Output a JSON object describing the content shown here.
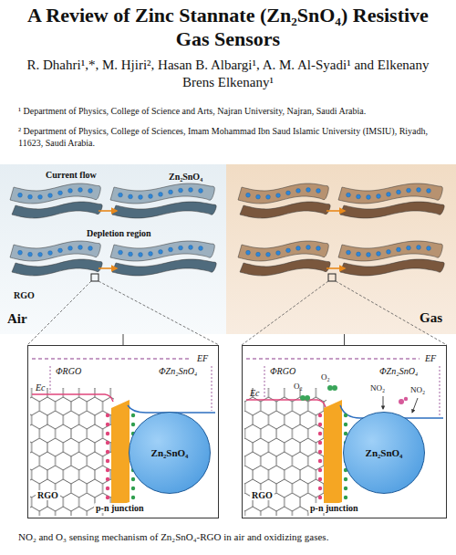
{
  "diagram": {
    "title": "A Review of Zinc Stannate (Zn₂SnO₄) Resistive Gas Sensors",
    "caption": "NO₂ and O₃ sensing mechanism of Zn₂SnO₄-RGO in air and oxidizing gases.",
    "nodes": [
      {
        "text": [
          "Current flow",
          "Zn₂SnO₄",
          "Depletion region",
          "RGO",
          "Air"
        ]
      },
      {
        "text": [
          "Gas"
        ]
      },
      {
        "text": [
          "EF",
          "ΦRGO",
          "ΦZn₂SnO₄",
          "Ec",
          "RGO",
          "p-n junction"
        ]
      },
      {
        "text": [
          "Zn₂SnO₄"
        ],
        "in": 2
      },
      {
        "text": [
          "EF",
          "ΦRGO",
          "ΦZn₂SnO₄",
          "Ec",
          "O₂",
          "O₂",
          "NO₂",
          "NO₂",
          "RGO",
          "p-n junction"
        ]
      },
      {
        "text": [
          "Zn₂SnO₄"
        ],
        "in": 4
      }
    ],
    "edges": [
      {
        "from": 0,
        "to": 2,
        "arrow": "none"
      },
      {
        "from": 1,
        "to": 4,
        "arrow": "none"
      }
    ],
    "labels": [
      "R. Dhahri¹,*, M. Hjiri², Hasan B. Albargi¹, A. M. Al-Syadi¹ and Elkenany Brens Elkenany¹",
      "¹ Department of Physics, College of Science and Arts, Najran University, Najran, Saudi Arabia.",
      "² Department of Physics, College of Sciences, Imam Mohammad Ibn Saud Islamic University (IMSIU), Riyadh, 11623, Saudi Arabia."
    ]
  }
}
